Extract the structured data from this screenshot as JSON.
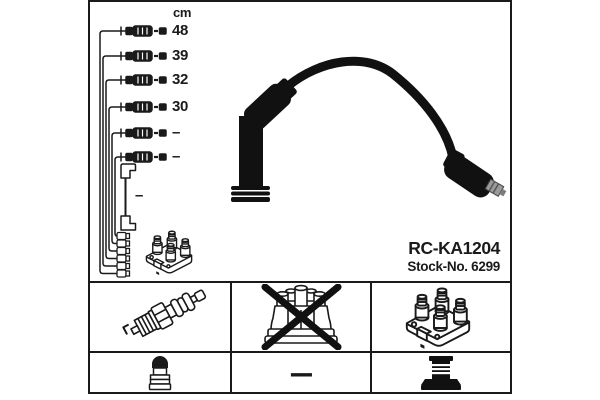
{
  "product": {
    "part_number": "RC-KA1204",
    "stock_label": "Stock-No. 6299"
  },
  "diagram": {
    "unit_label": "cm",
    "lengths": [
      "48",
      "39",
      "32",
      "30",
      "–",
      "–"
    ],
    "coil_wire_length": "–",
    "icons": {
      "lead_row": "spark-plug-lead-icon",
      "coil_wire": "coil-wire-icon",
      "coil": "ignition-coil-icon"
    }
  },
  "main_image": "ignition-cable-with-boots",
  "table": {
    "cells": [
      {
        "icon": "spark-plug-icon",
        "value": ""
      },
      {
        "icon": "distributor-cap-crossed-out-icon",
        "value": ""
      },
      {
        "icon": "ignition-coil-icon",
        "value": ""
      },
      {
        "icon": "spark-plug-terminal-icon",
        "value": ""
      },
      {
        "icon": "dash",
        "value": "–"
      },
      {
        "icon": "stud-terminal-icon",
        "value": ""
      }
    ]
  },
  "colors": {
    "ink": "#1a1a1a",
    "background": "#ffffff",
    "metal_terminal": "#9a9a9a"
  }
}
